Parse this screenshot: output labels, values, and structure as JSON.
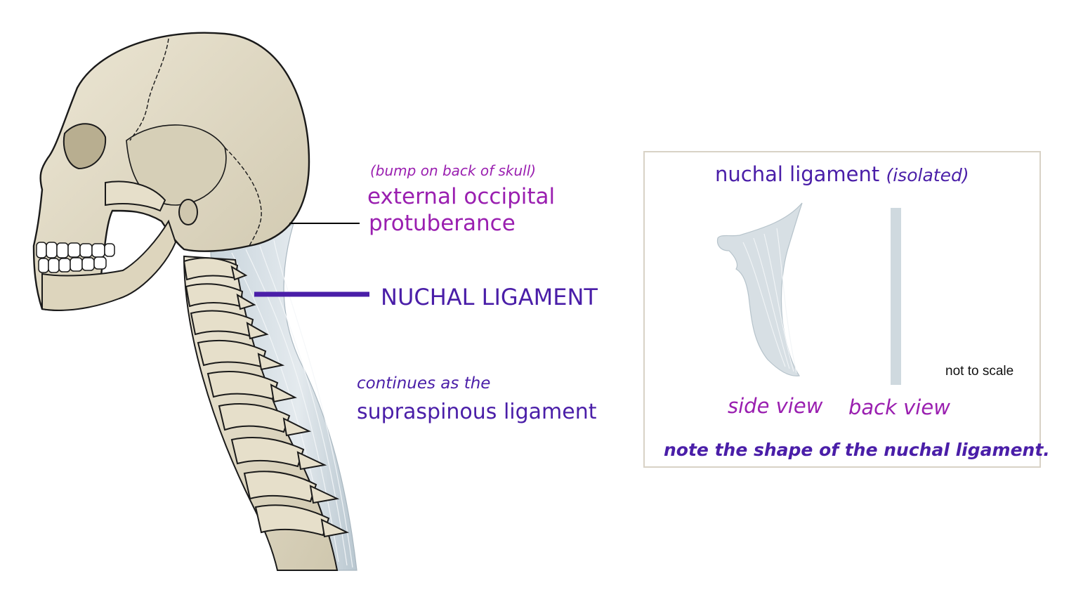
{
  "diagram": {
    "labels": {
      "bump": "(bump on back of skull)",
      "eop_line1": "external occipital",
      "eop_line2": "protuberance",
      "nuchal": "NUCHAL LIGAMENT",
      "continues": "continues as the",
      "supraspinous": "supraspinous ligament"
    },
    "inset": {
      "title": "nuchal ligament",
      "title_sub": "(isolated)",
      "side_view": "side view",
      "back_view": "back view",
      "scale_note": "not to scale",
      "note": "note the shape of the nuchal ligament."
    },
    "icons": {
      "skull": "skull-illustration",
      "spine": "cervical-spine-illustration",
      "ligament_side": "ligament-side-view-icon",
      "ligament_back": "ligament-back-view-icon"
    },
    "colors": {
      "violet": "#9a1fb0",
      "indigo": "#4a1ea8",
      "bone": "#e6dfca",
      "bone_outline": "#1a1a1a",
      "ligament": "#cfd9df"
    }
  }
}
